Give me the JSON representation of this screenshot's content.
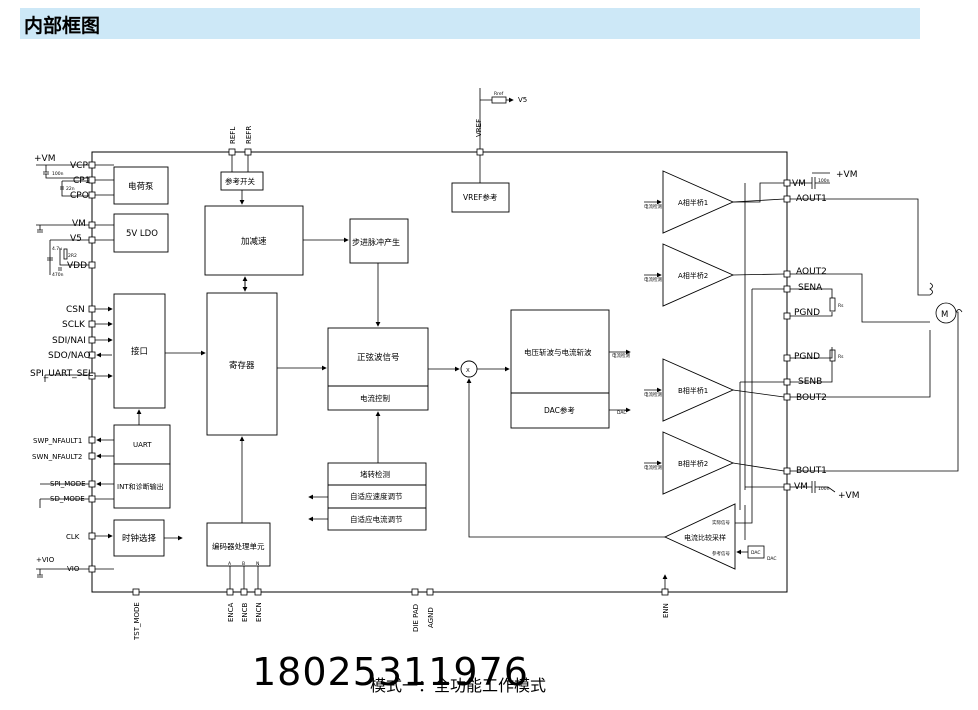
{
  "header": {
    "title": "内部框图"
  },
  "pins_left": {
    "vm_supply": "+VM",
    "vcp": "VCP",
    "cp1": "CP1",
    "cp0": "CPO",
    "vm": "VM",
    "v5": "V5",
    "vdd": "VDD",
    "csn": "CSN",
    "sclk": "SCLK",
    "sdi": "SDI/NAI",
    "sdo": "SDO/NAO",
    "spi_sel": "SPI_UART_SEL",
    "swp_nfault1": "SWP_NFAULT1",
    "swn_nfault2": "SWN_NFAULT2",
    "spi_mode": "SPI_MODE",
    "sd_mode": "SD_MODE",
    "clk": "CLK",
    "vio_supply": "+VIO",
    "vio": "VIO"
  },
  "pins_top": {
    "refl": "REFL",
    "refr": "REFR",
    "vref": "VREF",
    "v5": "V5",
    "rref": "Rref"
  },
  "pins_bottom": {
    "tst_mode": "TST_MODE",
    "enca": "ENCA",
    "encb": "ENCB",
    "encn": "ENCN",
    "die_pad": "DIE PAD",
    "agnd": "AGND",
    "enn": "ENN"
  },
  "pins_right": {
    "vm_top": "VM",
    "aout1": "AOUT1",
    "aout2": "AOUT2",
    "sena": "SENA",
    "pgnd_a": "PGND",
    "pgnd_b": "PGND",
    "senb": "SENB",
    "bout2": "BOUT2",
    "bout1": "BOUT1",
    "vm_bottom": "VM",
    "vm_supply_top": "+VM",
    "vm_supply_bottom": "+VM",
    "motor": "M",
    "rs": "Rs"
  },
  "small_labels": {
    "cap_100n": "100n",
    "cap_22n": "22n",
    "cap_47u": "4.7u",
    "cap_470n": "470n",
    "res_2r2": "2R2",
    "cap_100n_vm": "100n",
    "current_detect": "电流检测",
    "current_signal": "电流检测",
    "dac_out": "DAC",
    "actual_signal": "实际信号",
    "ref_signal": "参考信号",
    "dac_small": "DAC"
  },
  "blocks": {
    "charge_pump": "电荷泵",
    "ldo": "5V LDO",
    "interface": "接口",
    "uart": "UART",
    "int_diag": "INT和诊断输出",
    "clock_sel": "时钟选择",
    "ref_switch": "参考开关",
    "accel_decel": "加减速",
    "registers": "寄存器",
    "encoder": "编码器处理单元",
    "step_pulse": "步进脉冲产生",
    "sine_signal": "正弦波信号",
    "current_ctrl": "电流控制",
    "stall_detect": "堵转检测",
    "adaptive_speed": "自适应速度调节",
    "adaptive_current": "自适应电流调节",
    "vref_ref": "VREF参考",
    "chopper": "电压斩波与电流斩波",
    "dac_ref": "DAC参考",
    "half_a1": "A相半桥1",
    "half_a2": "A相半桥2",
    "half_b1": "B相半桥1",
    "half_b2": "B相半桥2",
    "current_compare": "电流比较采样",
    "multiplier": "X",
    "enc_a": "A",
    "enc_b": "B",
    "enc_n": "N"
  },
  "footer": {
    "phone": "18025311976",
    "caption": "模式一：全功能工作模式"
  }
}
